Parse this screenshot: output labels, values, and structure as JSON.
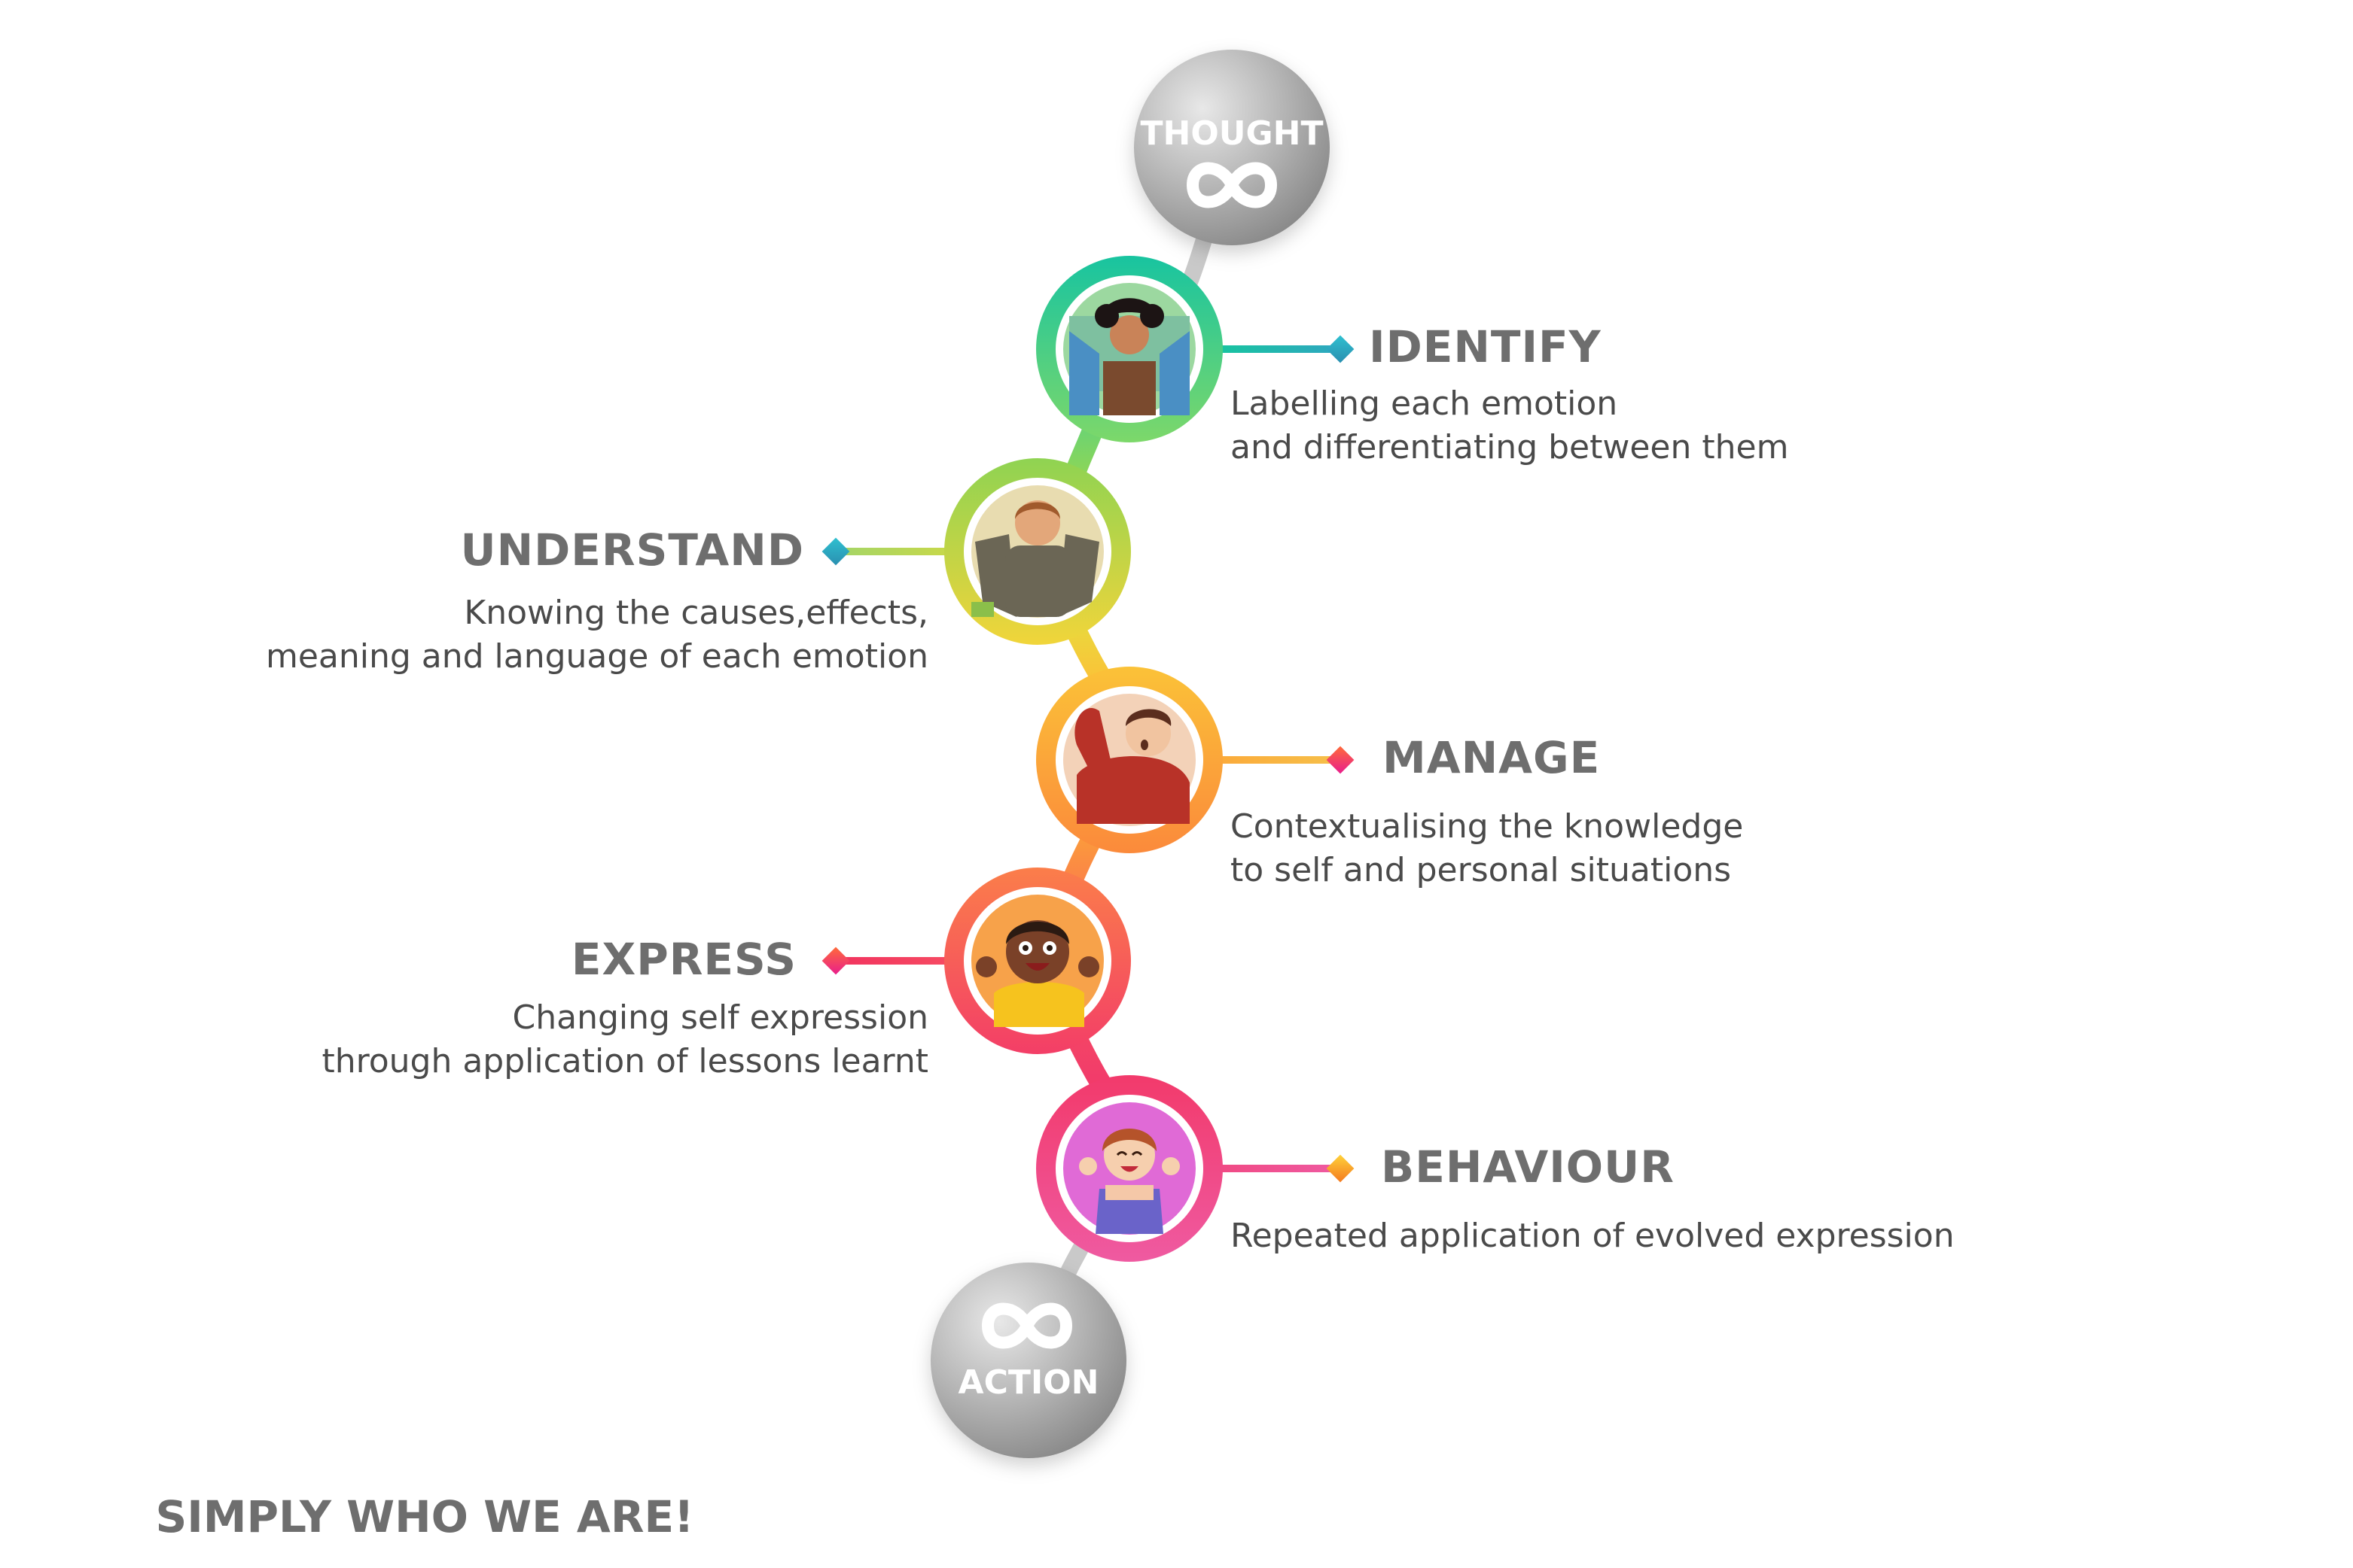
{
  "start_node": {
    "label": "THOUGHT",
    "icon": "infinity-icon"
  },
  "end_node": {
    "label": "ACTION",
    "icon": "infinity-icon"
  },
  "steps": [
    {
      "title": "IDENTIFY",
      "lines": [
        "Labelling each emotion",
        "and differentiating between them"
      ],
      "side": "right",
      "ring_colors": [
        "#18c4a0",
        "#7dd86a"
      ],
      "marker_color": "#2fa7c0",
      "illustration": "woman-arms-raised-illustration"
    },
    {
      "title": "UNDERSTAND",
      "lines": [
        "Knowing the causes,effects,",
        "meaning and language of each emotion"
      ],
      "side": "left",
      "ring_colors": [
        "#8fd352",
        "#f1d53a"
      ],
      "marker_color": "#2fa7c0",
      "illustration": "man-arms-wide-illustration"
    },
    {
      "title": "MANAGE",
      "lines": [
        "Contextualising the knowledge",
        "to self and personal situations"
      ],
      "side": "right",
      "ring_colors": [
        "#fbc238",
        "#fb8a3b"
      ],
      "marker_color": "#f2355f",
      "illustration": "boy-waving-illustration"
    },
    {
      "title": "EXPRESS",
      "lines": [
        "Changing self expression",
        "through application of lessons learnt"
      ],
      "side": "left",
      "ring_colors": [
        "#fb7e4a",
        "#f33e67"
      ],
      "marker_color": "#f2355f",
      "illustration": "kid-cheering-illustration"
    },
    {
      "title": "BEHAVIOUR",
      "lines": [
        "Repeated application of evolved expression"
      ],
      "side": "right",
      "ring_colors": [
        "#f23a6b",
        "#ef5aa1"
      ],
      "marker_color": "#f6a51f",
      "illustration": "girl-laughing-illustration"
    }
  ],
  "footer": "SIMPLY WHO WE ARE!"
}
